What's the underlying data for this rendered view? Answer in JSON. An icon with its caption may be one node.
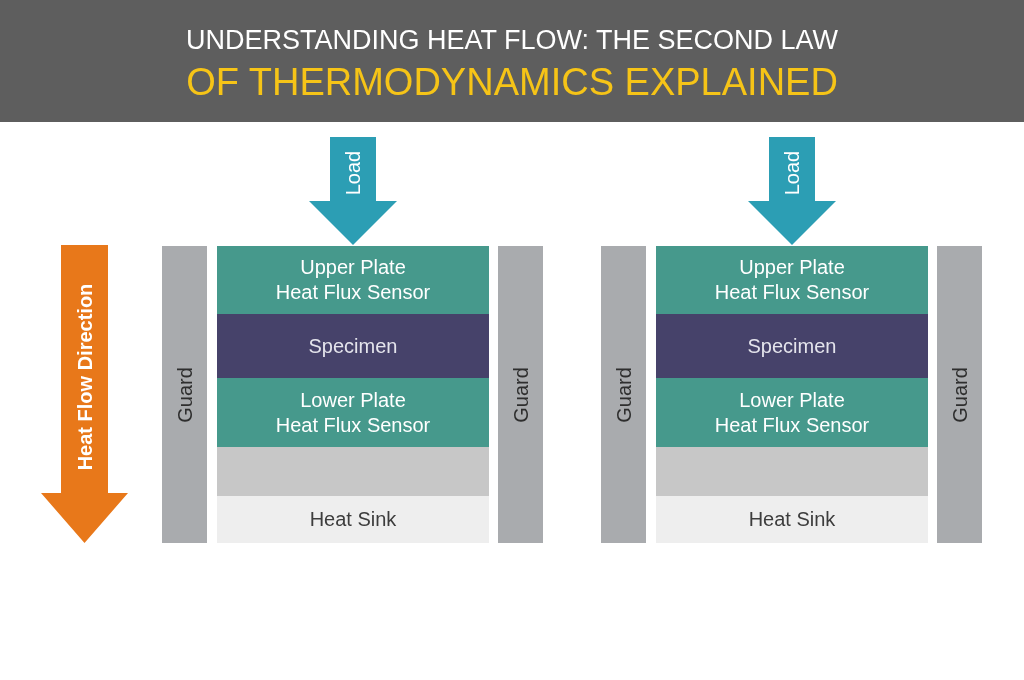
{
  "diagram": {
    "title": "UNDERSTANDING HEAT FLOW: THE SECOND LAW OF THERMODYNAMICS EXPLAINED",
    "nodes": [
      {
        "text": [
          "Heat Flow Direction"
        ]
      },
      {
        "text": [
          "Load"
        ]
      },
      {
        "text": [
          "Guard"
        ]
      },
      {
        "text": [
          "Upper Plate",
          "Heat Flux Sensor"
        ]
      },
      {
        "text": [
          "Specimen"
        ]
      },
      {
        "text": [
          "Lower Plate",
          "Heat Flux Sensor"
        ]
      },
      {
        "text": [],
        "shape": "box"
      },
      {
        "text": [
          "Heat Sink"
        ]
      },
      {
        "text": [
          "Guard"
        ]
      },
      {
        "text": [
          "Load"
        ]
      },
      {
        "text": [
          "Guard"
        ]
      },
      {
        "text": [
          "Upper Plate",
          "Heat Flux Sensor"
        ]
      },
      {
        "text": [
          "Specimen"
        ]
      },
      {
        "text": [
          "Lower Plate",
          "Heat Flux Sensor"
        ]
      },
      {
        "text": [],
        "shape": "box"
      },
      {
        "text": [
          "Heat Sink"
        ]
      },
      {
        "text": [
          "Guard"
        ]
      }
    ]
  }
}
